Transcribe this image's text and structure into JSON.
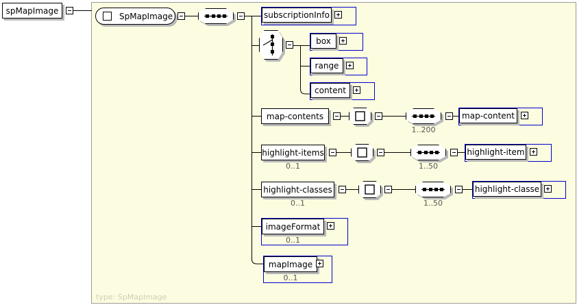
{
  "diagram": {
    "title": "spMapImage",
    "type_note": "type: SpMapImage",
    "root_element_label": "spMapImage",
    "complex_type_label": "SpMapImage",
    "colors": {
      "panel_background": "#FCFCE0",
      "element_frame": "#0000CC",
      "node_border": "#000000",
      "shadow": "#B9B9B9",
      "cardinality_text": "#555555",
      "note_text": "#CFCFB9"
    },
    "icons": {
      "root_toggle": "minus-toggle-icon",
      "complextype": "complextype-octagon-icon",
      "sequence": "sequence-octagon-icon",
      "choice": "choice-octagon-icon",
      "expand": "plus-toggle-icon",
      "collapse": "minus-toggle-icon"
    },
    "children": [
      {
        "name": "subscriptionInfo",
        "cardinality": ""
      },
      {
        "name": "box",
        "cardinality": ""
      },
      {
        "name": "range",
        "cardinality": ""
      },
      {
        "name": "content",
        "cardinality": ""
      },
      {
        "name": "map-contents",
        "cardinality": ""
      },
      {
        "name": "map-content",
        "cardinality": "1..200"
      },
      {
        "name": "highlight-items",
        "cardinality": "0..1"
      },
      {
        "name": "highlight-item",
        "cardinality": "1..50"
      },
      {
        "name": "highlight-classes",
        "cardinality": "0..1"
      },
      {
        "name": "highlight-classe",
        "cardinality": "1..50"
      },
      {
        "name": "imageFormat",
        "cardinality": "0..1"
      },
      {
        "name": "mapImage",
        "cardinality": "0..1"
      }
    ]
  }
}
